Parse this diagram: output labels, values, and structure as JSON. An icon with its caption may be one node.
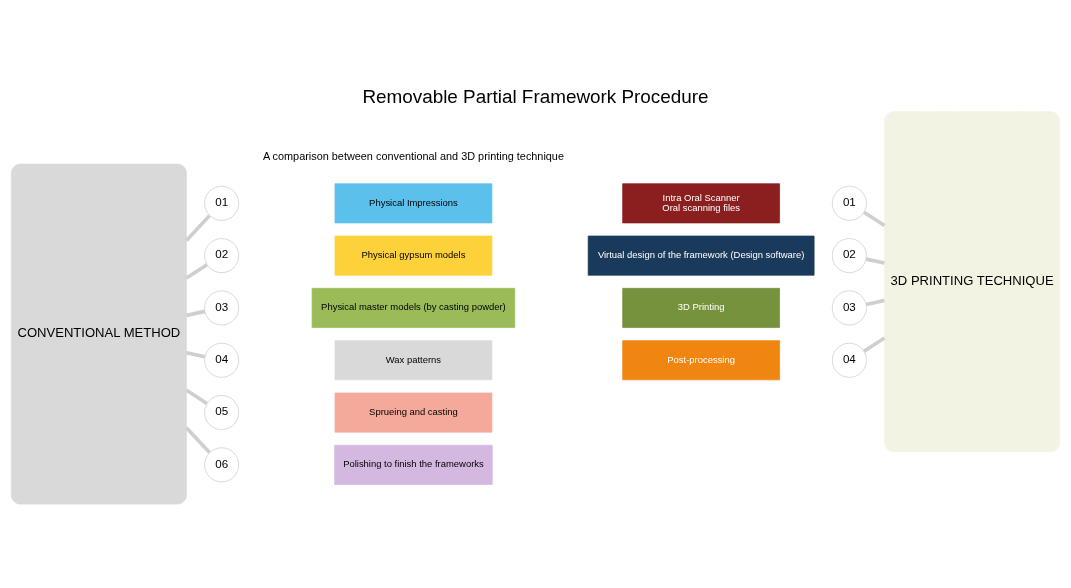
{
  "diagram": {
    "title": "Removable Partial Framework Procedure",
    "nodes": [
      {
        "text": [
          "CONVENTIONAL METHOD"
        ]
      },
      {
        "text": [
          "01"
        ]
      },
      {
        "text": [
          "Physical Impressions"
        ]
      },
      {
        "text": [
          "02"
        ]
      },
      {
        "text": [
          "Physical gypsum models"
        ]
      },
      {
        "text": [
          "03"
        ]
      },
      {
        "text": [
          "Physical master models (by casting powder)"
        ]
      },
      {
        "text": [
          "04"
        ]
      },
      {
        "text": [
          "Wax patterns"
        ]
      },
      {
        "text": [
          "05"
        ]
      },
      {
        "text": [
          "Sprueing and casting"
        ]
      },
      {
        "text": [
          "06"
        ]
      },
      {
        "text": [
          "Polishing to finish the frameworks"
        ]
      },
      {
        "text": [
          "3D PRINTING TECHNIQUE"
        ]
      },
      {
        "text": [
          "Intra Oral Scanner",
          "Oral scanning files"
        ]
      },
      {
        "text": [
          "01"
        ]
      },
      {
        "text": [
          "Virtual design of the framework (Design software)"
        ]
      },
      {
        "text": [
          "02"
        ]
      },
      {
        "text": [
          "3D Printing"
        ]
      },
      {
        "text": [
          "03"
        ]
      },
      {
        "text": [
          "Post-processing"
        ]
      },
      {
        "text": [
          "04"
        ]
      }
    ],
    "edges": [
      {
        "from": 0,
        "to": 1,
        "arrow": "none"
      },
      {
        "from": 0,
        "to": 3,
        "arrow": "none"
      },
      {
        "from": 0,
        "to": 5,
        "arrow": "none"
      },
      {
        "from": 0,
        "to": 7,
        "arrow": "none"
      },
      {
        "from": 0,
        "to": 9,
        "arrow": "none"
      },
      {
        "from": 0,
        "to": 11,
        "arrow": "none"
      },
      {
        "from": 15,
        "to": 13,
        "arrow": "none"
      },
      {
        "from": 17,
        "to": 13,
        "arrow": "none"
      },
      {
        "from": 19,
        "to": 13,
        "arrow": "none"
      },
      {
        "from": 21,
        "to": 13,
        "arrow": "none"
      }
    ],
    "labels": [
      "A comparison between conventional and 3D printing technique"
    ]
  }
}
